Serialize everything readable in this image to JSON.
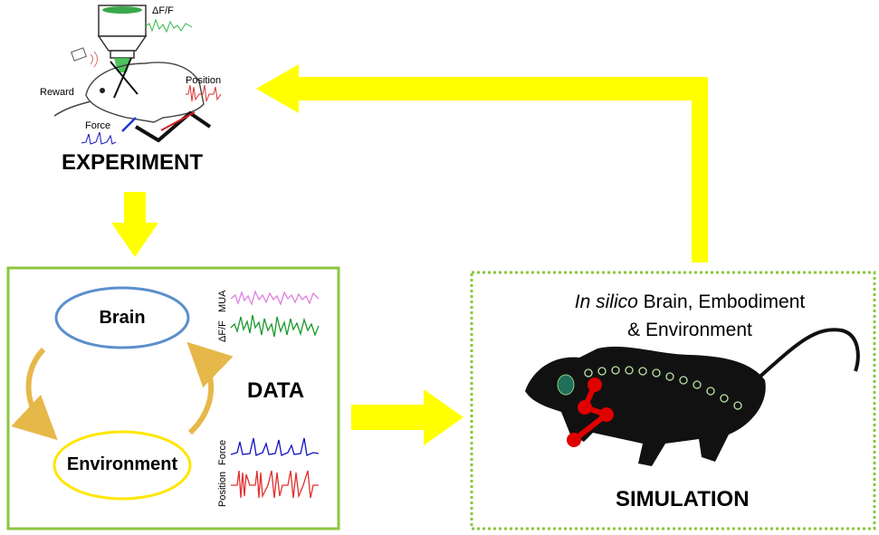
{
  "experiment": {
    "title": "EXPERIMENT",
    "signals": {
      "dff": "ΔF/F",
      "position": "Position",
      "force": "Force",
      "reward": "Reward"
    }
  },
  "data_panel": {
    "title": "DATA",
    "nodes": {
      "brain": "Brain",
      "environment": "Environment"
    },
    "trace_labels": {
      "mua": "MUA",
      "dff": "ΔF/F",
      "force": "Force",
      "position": "Position"
    },
    "colors": {
      "border": "#8cc63f",
      "brain_oval": "#5b8fcc",
      "env_oval": "#ffe600"
    }
  },
  "simulation": {
    "title": "SIMULATION",
    "subtitle_italic": "In silico",
    "subtitle_rest_line1": " Brain, Embodiment",
    "subtitle_line2": "& Environment",
    "colors": {
      "border": "#8cc63f",
      "limb": "#e00000",
      "spine": "#b9e6a3"
    }
  },
  "arrows": {
    "color": "#ffff00"
  },
  "trace_colors": {
    "dff": "#1a9a2a",
    "position": "#e03030",
    "force": "#1010c0",
    "mua": "#e080e0"
  }
}
